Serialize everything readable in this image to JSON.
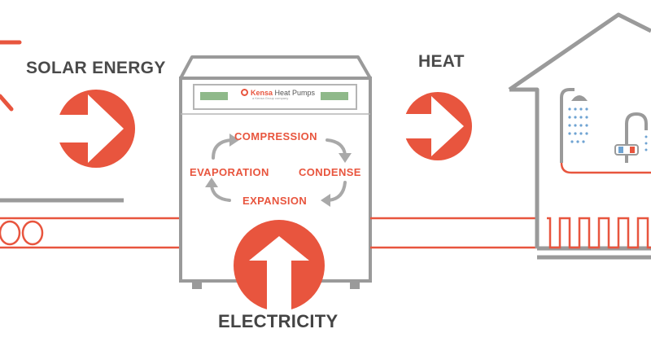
{
  "labels": {
    "solar_energy": "SOLAR ENERGY",
    "heat": "HEAT",
    "electricity": "ELECTRICITY"
  },
  "cycle": {
    "compression": "COMPRESSION",
    "evaporation": "EVAPORATION",
    "condense": "CONDENSE",
    "expansion": "EXPANSION"
  },
  "brand": {
    "name_part1": "Kensa",
    "name_part2": " Heat Pumps",
    "tagline": "a Kensa Group company"
  },
  "colors": {
    "accent": "#e8553e",
    "outline": "#9a9a9a",
    "text": "#4a4a4a",
    "panel_green": "#8fb98a"
  }
}
